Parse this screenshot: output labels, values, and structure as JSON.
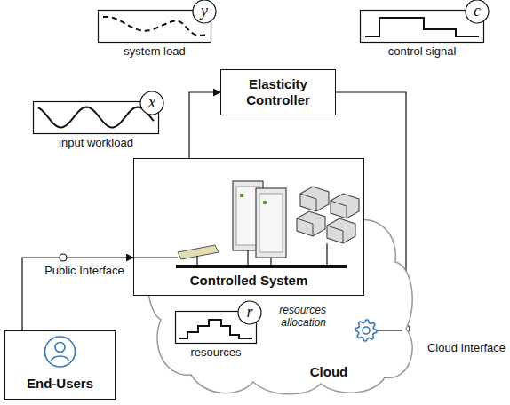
{
  "diagram": {
    "nodes": [
      {
        "text": [
          "y",
          "system load"
        ]
      },
      {
        "text": [
          "c",
          "control signal"
        ]
      },
      {
        "text": [
          "Elasticity Controller"
        ]
      },
      {
        "text": [
          "x",
          "input workload"
        ]
      },
      {
        "text": [
          "Controlled System"
        ]
      },
      {
        "text": [
          "End-Users"
        ]
      },
      {
        "text": [
          "Cloud"
        ]
      },
      {
        "text": [
          "r",
          "resources"
        ],
        "in": 6
      }
    ],
    "edges": [
      {
        "from": 4,
        "to": 2,
        "arrow": "to"
      },
      {
        "from": 5,
        "to": 4,
        "arrow": "to"
      },
      {
        "from": 2,
        "to": 6,
        "arrow": "to"
      },
      {
        "from": 6,
        "to": 4,
        "label": "resources allocation",
        "arrow": "to"
      }
    ],
    "labels": [
      "Public Interface",
      "Cloud Interface"
    ]
  }
}
